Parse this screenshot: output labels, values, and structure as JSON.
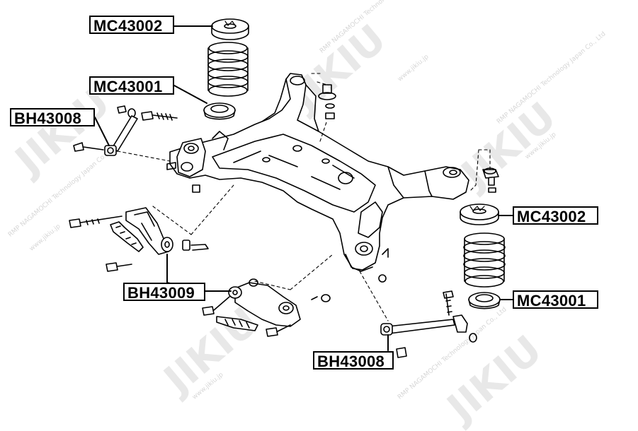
{
  "labels": {
    "mc43002_upper": "MC43002",
    "mc43001_upper": "MC43001",
    "bh43008_left": "BH43008",
    "mc43002_right": "MC43002",
    "mc43001_right": "MC43001",
    "bh43009": "BH43009",
    "bh43008_bottom": "BH43008"
  },
  "watermark": {
    "brand": "JIKIU",
    "company": "RMP NAGAMOCHI Technology Japan Co., Ltd",
    "site": "www.jikiu.jp"
  },
  "colors": {
    "line": "#000000",
    "label_border": "#000000",
    "watermark": "#d6d6d6"
  }
}
